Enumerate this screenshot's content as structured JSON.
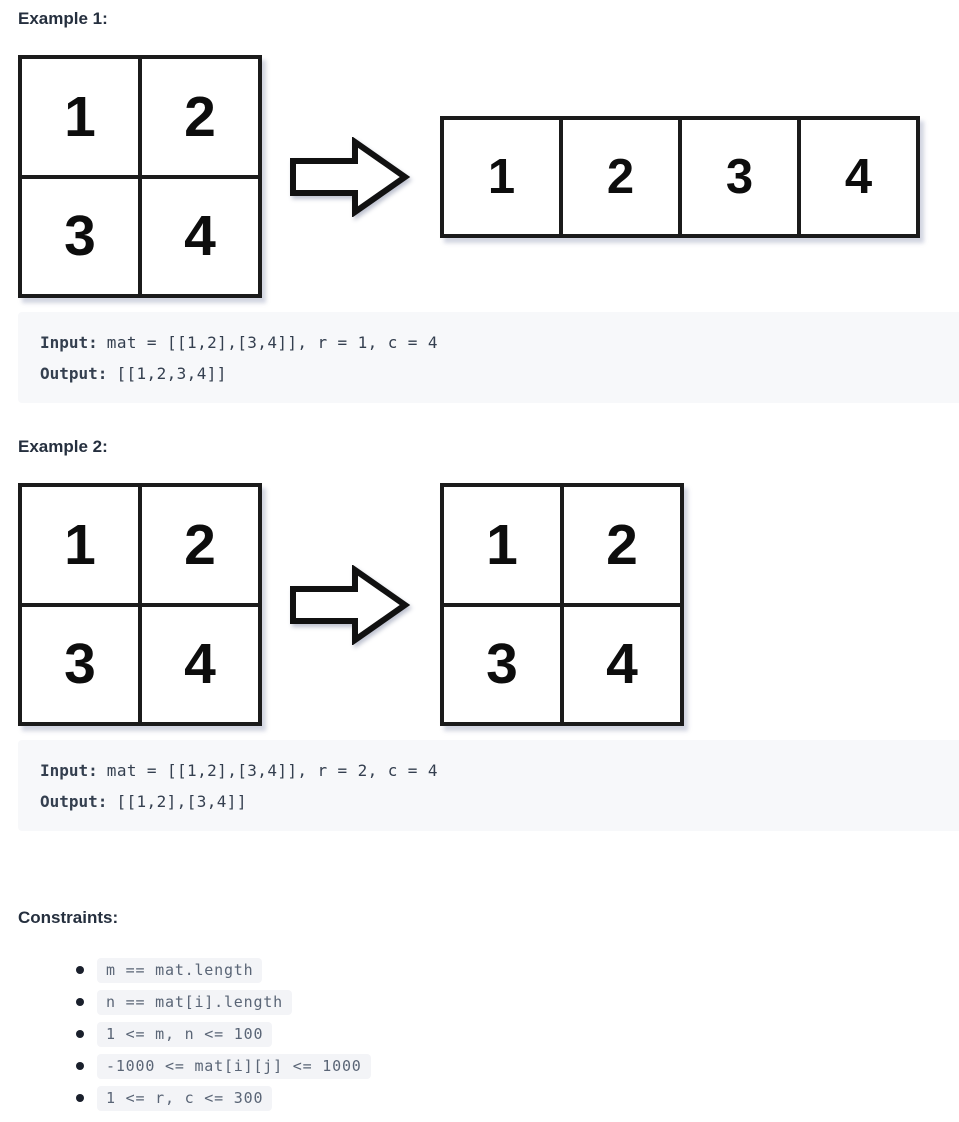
{
  "colors": {
    "heading_text": "#252f3e",
    "code_block_bg": "#f7f8fa",
    "code_text": "#343f4f",
    "chip_bg": "#f3f4f7",
    "chip_text": "#5a6576",
    "matrix_border": "#1b1b1b"
  },
  "icons": {
    "arrow": "right-arrow-icon"
  },
  "example1": {
    "heading": "Example 1:",
    "matrix_in": [
      [
        "1",
        "2"
      ],
      [
        "3",
        "4"
      ]
    ],
    "row_out": [
      "1",
      "2",
      "3",
      "4"
    ],
    "io": {
      "input_label": "Input:",
      "input_code": "mat = [[1,2],[3,4]], r = 1, c = 4",
      "output_label": "Output:",
      "output_code": "[[1,2,3,4]]"
    }
  },
  "example2": {
    "heading": "Example 2:",
    "matrix_in": [
      [
        "1",
        "2"
      ],
      [
        "3",
        "4"
      ]
    ],
    "matrix_out": [
      [
        "1",
        "2"
      ],
      [
        "3",
        "4"
      ]
    ],
    "io": {
      "input_label": "Input:",
      "input_code": "mat = [[1,2],[3,4]], r = 2, c = 4",
      "output_label": "Output:",
      "output_code": "[[1,2],[3,4]]"
    }
  },
  "constraints": {
    "heading": "Constraints:",
    "items": [
      "m == mat.length",
      "n == mat[i].length",
      "1 <= m, n <= 100",
      "-1000 <= mat[i][j] <= 1000",
      "1 <= r, c <= 300"
    ]
  }
}
